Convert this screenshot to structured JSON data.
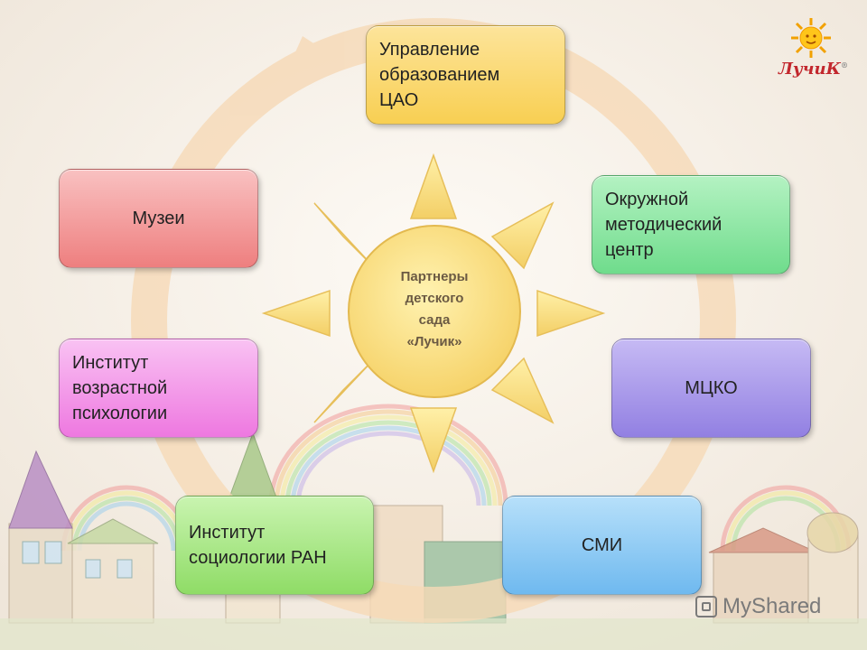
{
  "diagram": {
    "center": "Партнеры\nдетского\nсада\n«Лучик»",
    "nodes": {
      "education": "Управление\nобразованием\nЦАО",
      "methodical": "Окружной\nметодический\nцентр",
      "mcko": "МЦКО",
      "media": "СМИ",
      "sociology": "Институт\nсоциологии РАН",
      "psychology": "Институт\nвозрастной\nпсихологии",
      "museums": "Музеи"
    },
    "colors": {
      "education": "#fbd66a",
      "methodical": "#7ee39a",
      "mcko": "#9f8de8",
      "media": "#7fc4f4",
      "sociology": "#9fe37a",
      "psychology": "#f58be8",
      "museums": "#f38c8c",
      "sun": "#fbe07d",
      "ring": "#f6d9b6"
    }
  },
  "logo": {
    "text": "ЛучиК",
    "mark": "®"
  },
  "watermark": {
    "text": "MyShared"
  }
}
